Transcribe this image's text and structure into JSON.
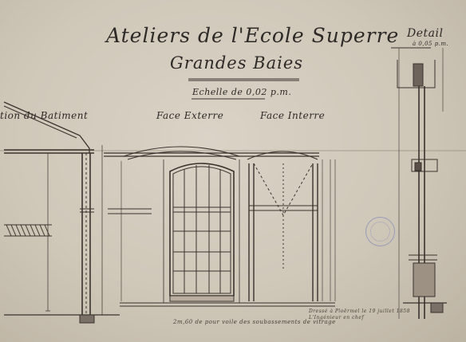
{
  "title": {
    "line1": "Ateliers de l'Ecole Superre",
    "line2": "Grandes Baies",
    "scale": "Echelle de 0,02 p.m."
  },
  "views": {
    "section": "tion du Batiment",
    "exterior": "Face Exterre",
    "interior": "Face Interre",
    "detail": "Detail",
    "detail_scale": "à 0,05 p.m."
  },
  "notes": {
    "bottom": "2m,60 de pour voile des soubassements de vitrage",
    "signature_line1": "Dressé à Ploërmel le 19 juillet 1858",
    "signature_line2": "L'Ingénieur en chef"
  },
  "colors": {
    "paper": "#d4ccbe",
    "ink": "#2d2926",
    "stamp": "#8a8fb8"
  }
}
